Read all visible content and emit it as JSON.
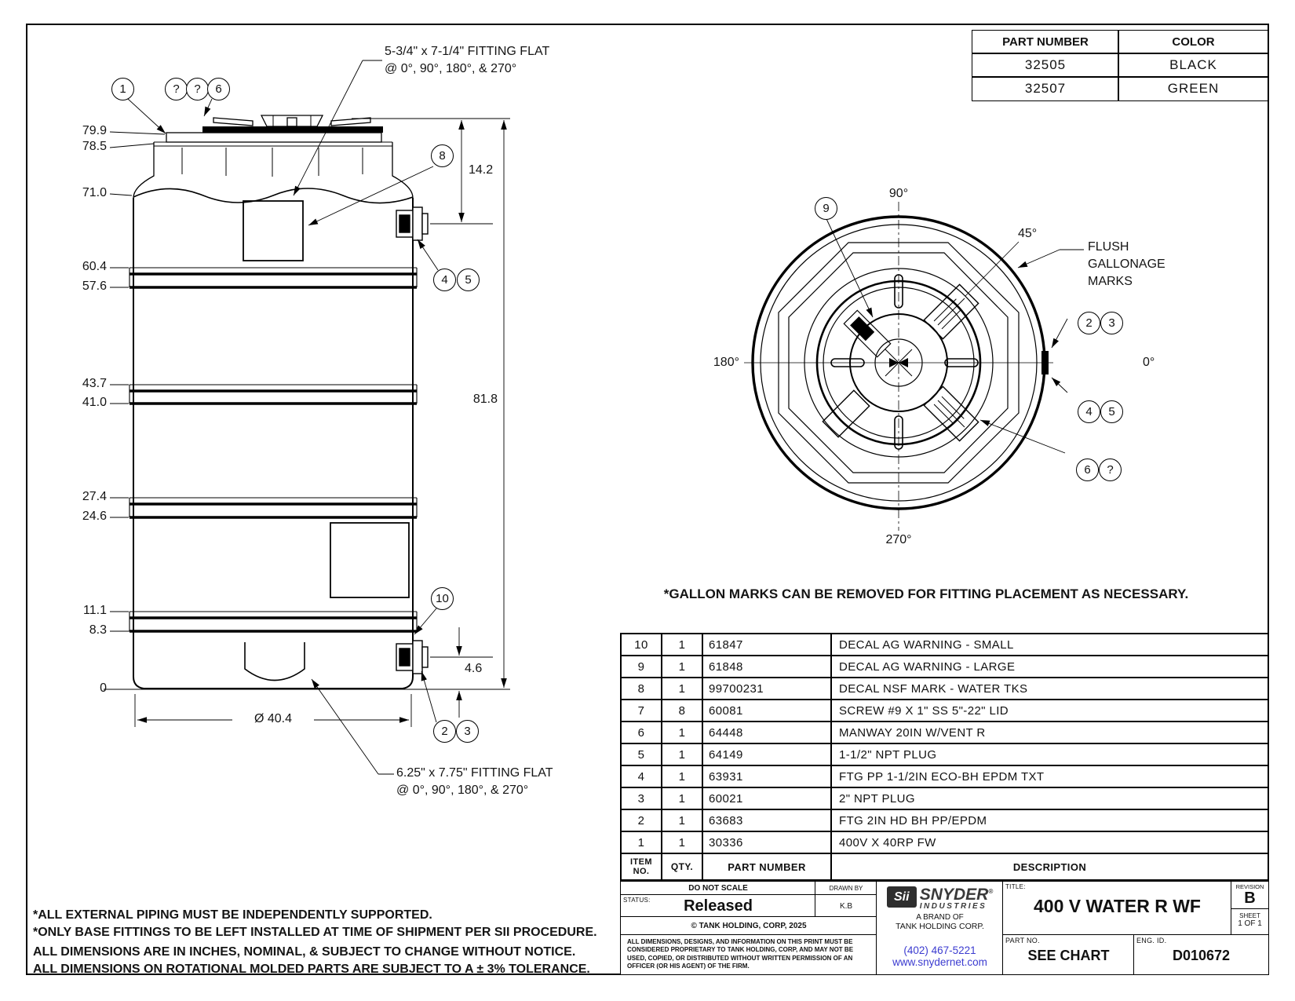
{
  "part_table": {
    "header_part": "PART NUMBER",
    "header_color": "COLOR",
    "rows": [
      {
        "pn": "32505",
        "color": "BLACK"
      },
      {
        "pn": "32507",
        "color": "GREEN"
      }
    ]
  },
  "front_view": {
    "fitting_note_top_1": "5-3/4\" x 7-1/4\" FITTING FLAT",
    "fitting_note_top_2": "@ 0°, 90°, 180°, & 270°",
    "fitting_note_bottom_1": "6.25\" x 7.75\" FITTING FLAT",
    "fitting_note_bottom_2": "@ 0°, 90°, 180°, & 270°",
    "dims_left": [
      "79.9",
      "78.5",
      "71.0",
      "60.4",
      "57.6",
      "43.7",
      "41.0",
      "27.4",
      "24.6",
      "11.1",
      "8.3",
      "0"
    ],
    "dim_14_2": "14.2",
    "dim_81_8": "81.8",
    "dim_4_6": "4.6",
    "dim_diameter": "Ø 40.4",
    "balloons": [
      "1",
      "?",
      "?",
      "6",
      "8",
      "4",
      "5",
      "10",
      "2",
      "3"
    ]
  },
  "top_view": {
    "angle_90": "90°",
    "angle_45": "45°",
    "angle_0": "0°",
    "angle_180": "180°",
    "angle_270": "270°",
    "flush_1": "FLUSH",
    "flush_2": "GALLONAGE",
    "flush_3": "MARKS",
    "balloon_9": "9",
    "balloon_2": "2",
    "balloon_3": "3",
    "balloon_4": "4",
    "balloon_5": "5",
    "balloon_6": "6",
    "balloon_7": "?"
  },
  "gallon_note": "*GALLON MARKS CAN BE REMOVED FOR FITTING PLACEMENT AS NECESSARY.",
  "bom": {
    "header_item_1": "ITEM",
    "header_item_2": "NO.",
    "header_qty": "QTY.",
    "header_part": "PART NUMBER",
    "header_desc": "DESCRIPTION",
    "rows": [
      {
        "item": "10",
        "qty": "1",
        "part": "61847",
        "desc": "DECAL AG WARNING - SMALL"
      },
      {
        "item": "9",
        "qty": "1",
        "part": "61848",
        "desc": "DECAL AG WARNING - LARGE"
      },
      {
        "item": "8",
        "qty": "1",
        "part": "99700231",
        "desc": "DECAL NSF MARK - WATER TKS"
      },
      {
        "item": "7",
        "qty": "8",
        "part": "60081",
        "desc": "SCREW #9 X 1\" SS 5\"-22\" LID"
      },
      {
        "item": "6",
        "qty": "1",
        "part": "64448",
        "desc": "MANWAY 20IN W/VENT R"
      },
      {
        "item": "5",
        "qty": "1",
        "part": "64149",
        "desc": "1-1/2\" NPT PLUG"
      },
      {
        "item": "4",
        "qty": "1",
        "part": "63931",
        "desc": "FTG PP 1-1/2IN ECO-BH EPDM TXT"
      },
      {
        "item": "3",
        "qty": "1",
        "part": "60021",
        "desc": "2\" NPT PLUG"
      },
      {
        "item": "2",
        "qty": "1",
        "part": "63683",
        "desc": "FTG 2IN HD BH PP/EPDM"
      },
      {
        "item": "1",
        "qty": "1",
        "part": "30336",
        "desc": "400V X 40RP FW"
      }
    ]
  },
  "title_block": {
    "do_not_scale": "DO NOT SCALE",
    "drawn_by_label": "DRAWN BY",
    "drawn_by": "K.B",
    "status_label": "STATUS:",
    "status": "Released",
    "copyright": "© TANK HOLDING, CORP, 2025",
    "legal": "ALL DIMENSIONS, DESIGNS, AND INFORMATION ON THIS PRINT MUST BE CONSIDERED PROPRIETARY TO TANK HOLDING, CORP, AND MAY NOT BE USED, COPIED, OR DISTRIBUTED WITHOUT WRITTEN PERMISSION OF AN OFFICER (OR HIS AGENT) OF THE FIRM.",
    "logo_sii": "Sii",
    "logo_snyder": "SNYDER",
    "logo_reg": "®",
    "logo_industries": "INDUSTRIES",
    "logo_brand_1": "A BRAND OF",
    "logo_brand_2": "TANK HOLDING CORP.",
    "phone": "(402) 467-5221",
    "website": "www.snydernet.com",
    "title_label": "TITLE:",
    "title": "400 V WATER R WF",
    "revision_label": "REVISION",
    "revision": "B",
    "sheet_label": "SHEET",
    "sheet": "1 OF 1",
    "part_no_label": "PART NO.",
    "part_no": "SEE CHART",
    "eng_id_label": "ENG. ID.",
    "eng_id": "D010672"
  },
  "notes": {
    "n1": "*ALL EXTERNAL PIPING MUST BE INDEPENDENTLY SUPPORTED.",
    "n2": "*ONLY BASE FITTINGS TO BE LEFT INSTALLED AT TIME OF SHIPMENT PER SII PROCEDURE.",
    "n3": "ALL DIMENSIONS ARE IN INCHES, NOMINAL, & SUBJECT TO CHANGE WITHOUT NOTICE.",
    "n4": "ALL DIMENSIONS ON ROTATIONAL MOLDED PARTS ARE SUBJECT TO A ± 3% TOLERANCE."
  }
}
